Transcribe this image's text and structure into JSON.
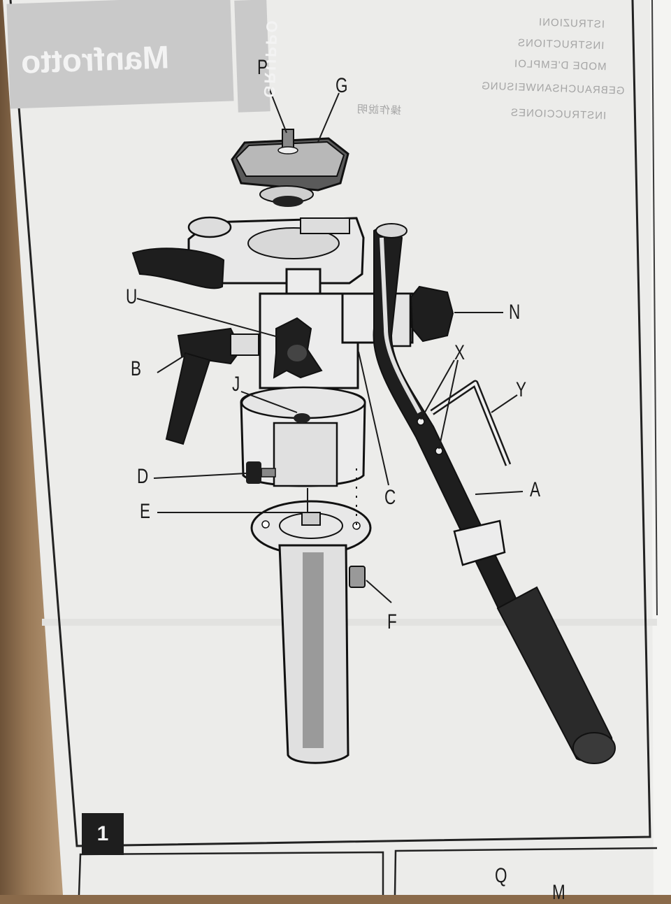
{
  "diagram": {
    "page_number": "1",
    "labels": {
      "P": "P",
      "G": "G",
      "U": "U",
      "N": "N",
      "B": "B",
      "X": "X",
      "Y": "Y",
      "J": "J",
      "D": "D",
      "E": "E",
      "C": "C",
      "A": "A",
      "F": "F",
      "Q": "Q",
      "M": "M"
    }
  },
  "bleed_through": {
    "brand": "Manfrotto",
    "group": "GRUPPO",
    "lines": [
      "ISTRUZIONI",
      "INSTRUCTIONS",
      "MODE D'EMPLOI",
      "GEBRAUCHSANWEISUNG",
      "INSTRUCCIONES"
    ],
    "cjk": "操作說明"
  },
  "colors": {
    "paper": "#ececea",
    "ink": "#1b1b1b",
    "page_badge": "#1e1e1e"
  }
}
